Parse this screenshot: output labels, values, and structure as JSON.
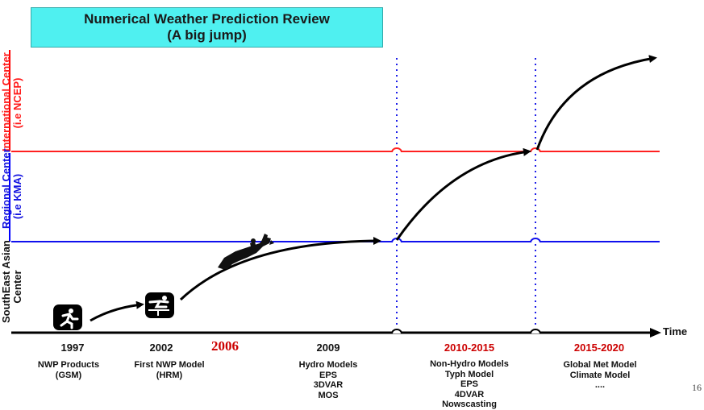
{
  "title": {
    "line1": "Numerical Weather Prediction Review",
    "line2": "(A big jump)"
  },
  "levels": {
    "international": {
      "line1": "International Center",
      "line2": "(i.e NCEP)",
      "color": "#ff0000"
    },
    "regional": {
      "line1": "Regional Center",
      "line2": "(i.e KMA)",
      "color": "#0000ff"
    },
    "southeast": {
      "line1": "SouthEast Asian",
      "line2": "Center",
      "color": "#000000"
    }
  },
  "axis_label": "Time",
  "milestones": [
    {
      "year": "1997",
      "year_color": "#111111",
      "items": [
        "NWP Products",
        "(GSM)"
      ]
    },
    {
      "year": "2002",
      "year_color": "#111111",
      "items": [
        "First NWP Model",
        "(HRM)"
      ]
    },
    {
      "year": "2006",
      "year_color": "#cc0000",
      "items": []
    },
    {
      "year": "2009",
      "year_color": "#111111",
      "items": [
        "Hydro Models",
        "EPS",
        "3DVAR",
        "MOS"
      ]
    },
    {
      "year": "2010-2015",
      "year_color": "#cc0000",
      "items": [
        "Non-Hydro Models",
        "Typh Model",
        "EPS",
        "4DVAR",
        "Nowscasting"
      ]
    },
    {
      "year": "2015-2020",
      "year_color": "#cc0000",
      "items": [
        "Global Met Model",
        "Climate Model",
        "...."
      ]
    }
  ],
  "icons": [
    "runner-icon",
    "hurdler-icon",
    "horse-jumper-icon"
  ],
  "page_number": "16"
}
